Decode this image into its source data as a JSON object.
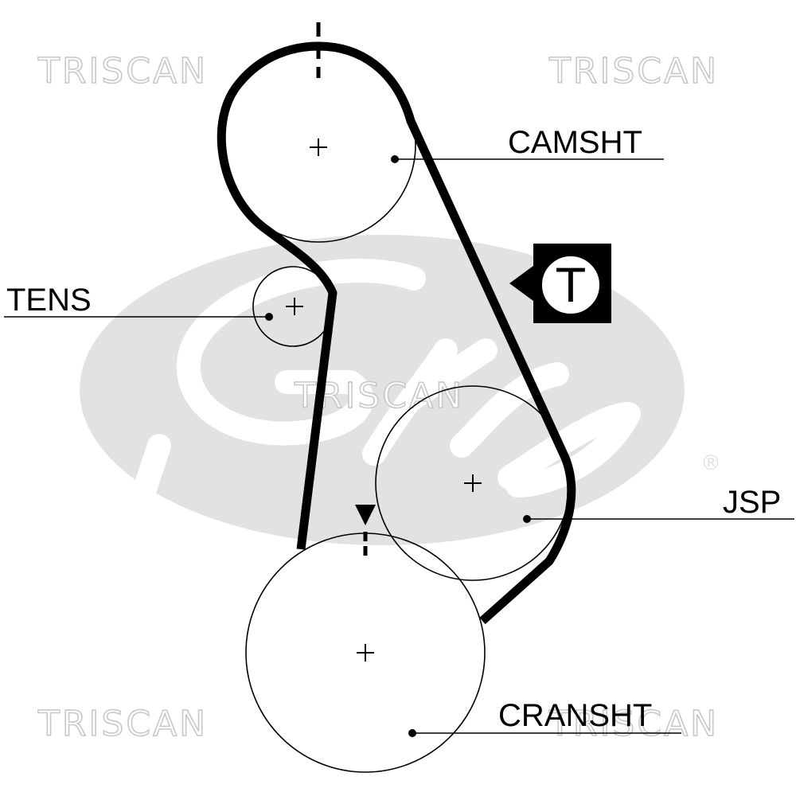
{
  "watermarks": [
    {
      "text": "TRISCAN"
    },
    {
      "text": "TRISCAN"
    },
    {
      "text": "TRISCAN"
    },
    {
      "text": "TRISCAN"
    },
    {
      "text": "TRISCAN"
    }
  ],
  "logo": {
    "wordmark": "Gates",
    "registered_mark": "®"
  },
  "labels": {
    "camshaft": "CAMSHT",
    "tensioner": "TENS",
    "jsp": "JSP",
    "crankshaft": "CRANSHT"
  },
  "torque_symbol": "T",
  "colors": {
    "belt": "#000000",
    "watermark_outline": "#c8c8c8",
    "logo_fill": "#e2e2e2",
    "background": "#ffffff"
  }
}
